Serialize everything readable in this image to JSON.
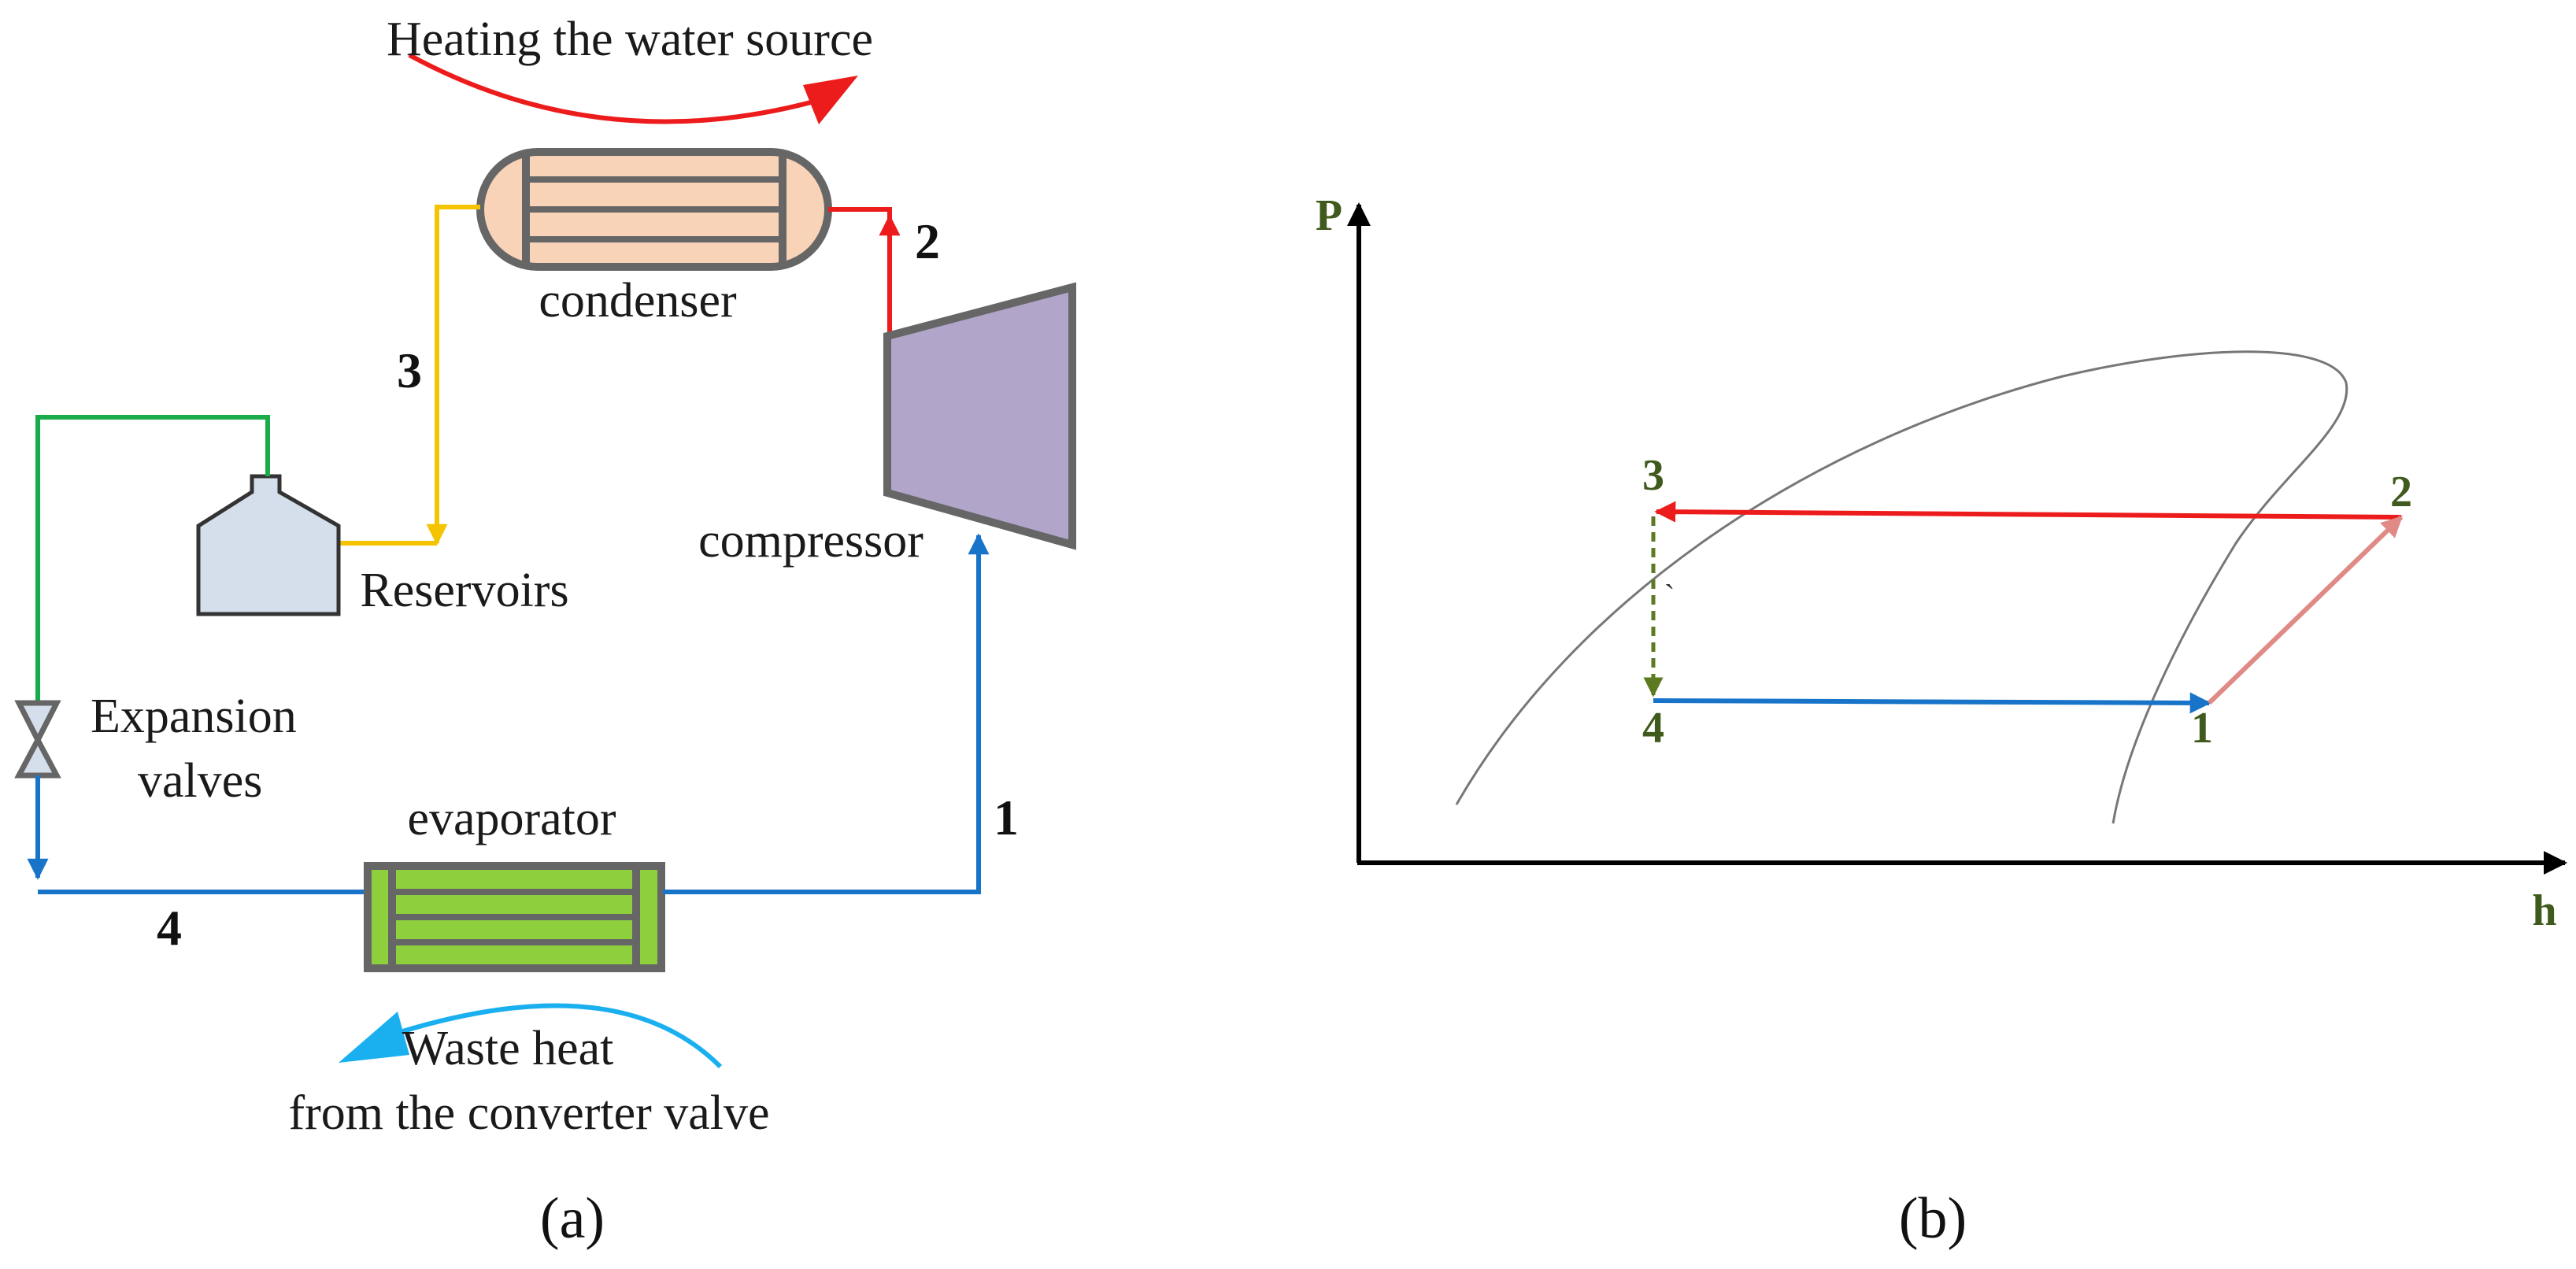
{
  "colors": {
    "hot_line": "#ed1c1c",
    "liquid_line": "#f5c400",
    "valve_line": "#1aab4a",
    "cold_line": "#1874c8",
    "waste_arrow": "#1ab0f0",
    "label_green": "#3f5a1c",
    "condenser_fill": "#f8d3b8",
    "evaporator_fill": "#8ecf3e",
    "compressor_fill": "#b1a5c9",
    "reservoir_fill": "#d5dfeb",
    "outline": "#666666",
    "compression_line": "#e08a86",
    "expansion_line": "#5c7a20",
    "dome_curve": "#777777"
  },
  "panel_a": {
    "heating_label": "Heating the water source",
    "condenser_label": "condenser",
    "compressor_label": "compressor",
    "reservoirs_label": "Reservoirs",
    "expansion_label_line1": "Expansion",
    "expansion_label_line2": "valves",
    "evaporator_label": "evaporator",
    "waste_label_line1": "Waste heat",
    "waste_label_line2": "from the converter valve",
    "state_1": "1",
    "state_2": "2",
    "state_3": "3",
    "state_4": "4",
    "caption": "(a)"
  },
  "panel_b": {
    "y_axis_label": "P",
    "x_axis_label": "h",
    "point_1": "1",
    "point_2": "2",
    "point_3": "3",
    "point_4": "4",
    "stray_mark": "`",
    "caption": "(b)"
  }
}
